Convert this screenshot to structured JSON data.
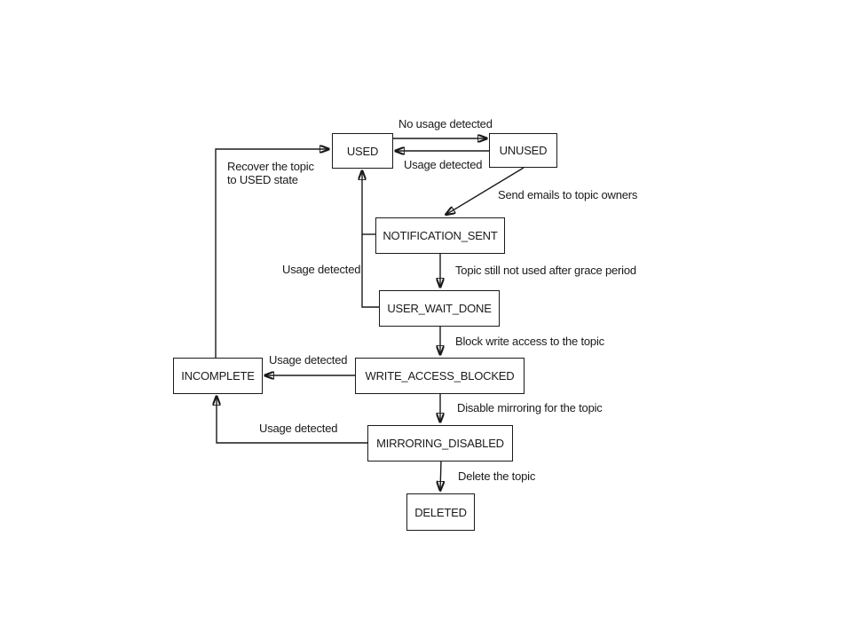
{
  "diagram": {
    "colors": {
      "line": "#1a1a1a",
      "text": "#1a1a1a",
      "node_fill": "#ffffff",
      "background": "#ffffff"
    },
    "nodes": {
      "used": {
        "label": "USED"
      },
      "unused": {
        "label": "UNUSED"
      },
      "notification_sent": {
        "label": "NOTIFICATION_SENT"
      },
      "user_wait_done": {
        "label": "USER_WAIT_DONE"
      },
      "write_access_blocked": {
        "label": "WRITE_ACCESS_BLOCKED"
      },
      "incomplete": {
        "label": "INCOMPLETE"
      },
      "mirroring_disabled": {
        "label": "MIRRORING_DISABLED"
      },
      "deleted": {
        "label": "DELETED"
      }
    },
    "edge_labels": {
      "no_usage_detected": "No usage detected",
      "usage_detected_unused_to_used": "Usage detected",
      "send_emails": "Send emails to topic owners",
      "recover_topic": "Recover the topic\nto USED state",
      "usage_detected_to_used": "Usage detected",
      "grace_period": "Topic still not used after grace period",
      "block_write_access": "Block write access to the topic",
      "usage_detected_blocked_to_incomplete": "Usage detected",
      "disable_mirroring": "Disable mirroring for the topic",
      "usage_detected_mirroring_to_incomplete": "Usage detected",
      "delete_topic": "Delete the topic"
    },
    "edges": [
      {
        "from": "USED",
        "to": "UNUSED",
        "label": "No usage detected"
      },
      {
        "from": "UNUSED",
        "to": "USED",
        "label": "Usage detected"
      },
      {
        "from": "UNUSED",
        "to": "NOTIFICATION_SENT",
        "label": "Send emails to topic owners"
      },
      {
        "from": "NOTIFICATION_SENT",
        "to": "USED",
        "label": "Usage detected"
      },
      {
        "from": "NOTIFICATION_SENT",
        "to": "USER_WAIT_DONE",
        "label": "Topic still not used after grace period"
      },
      {
        "from": "USER_WAIT_DONE",
        "to": "USED",
        "label": "Usage detected"
      },
      {
        "from": "USER_WAIT_DONE",
        "to": "WRITE_ACCESS_BLOCKED",
        "label": "Block write access to the topic"
      },
      {
        "from": "WRITE_ACCESS_BLOCKED",
        "to": "INCOMPLETE",
        "label": "Usage detected"
      },
      {
        "from": "WRITE_ACCESS_BLOCKED",
        "to": "MIRRORING_DISABLED",
        "label": "Disable mirroring for the topic"
      },
      {
        "from": "MIRRORING_DISABLED",
        "to": "INCOMPLETE",
        "label": "Usage detected"
      },
      {
        "from": "MIRRORING_DISABLED",
        "to": "DELETED",
        "label": "Delete the topic"
      },
      {
        "from": "INCOMPLETE",
        "to": "USED",
        "label": "Recover the topic to USED state"
      }
    ]
  }
}
